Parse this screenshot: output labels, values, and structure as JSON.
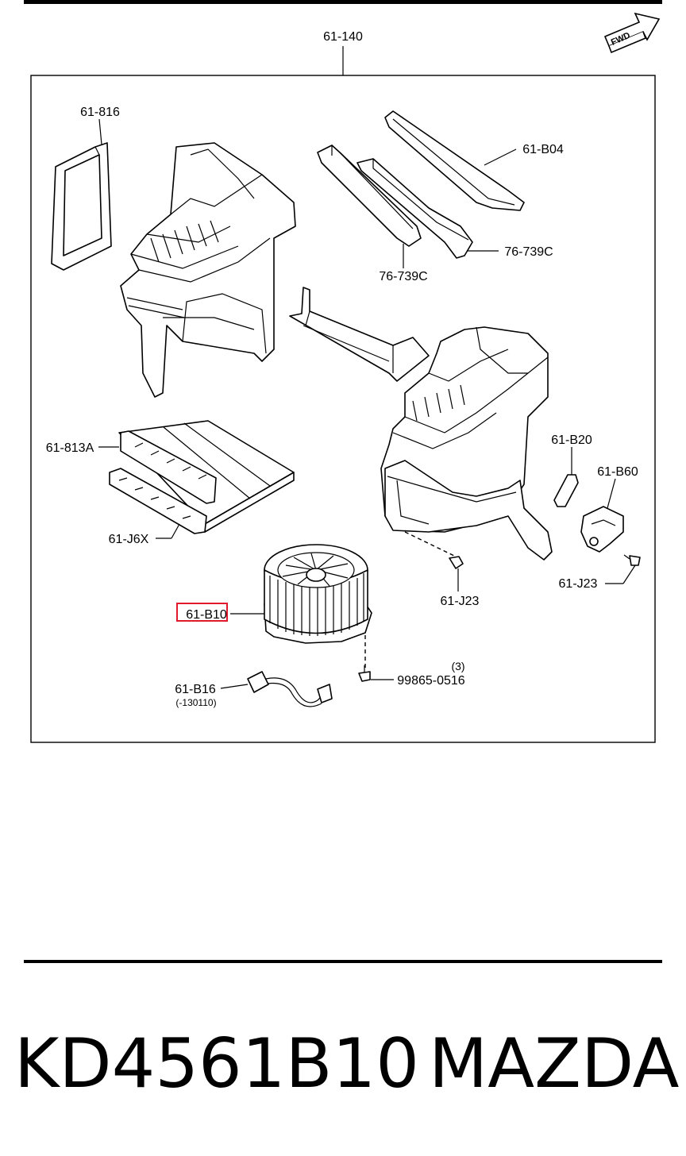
{
  "diagram": {
    "assembly_label": "61-140",
    "forward_label": "FWD",
    "highlight_color": "#e0192d",
    "callouts": {
      "c_61_816": "61-816",
      "c_61_b04": "61-B04",
      "c_76_739c_right": "76-739C",
      "c_76_739c_bottom": "76-739C",
      "c_61_b20": "61-B20",
      "c_61_b60": "61-B60",
      "c_61_813a": "61-813A",
      "c_61_j6x": "61-J6X",
      "c_61_j23_right": "61-J23",
      "c_61_j23_center": "61-J23",
      "c_61_b10": "61-B10",
      "c_qty": "(3)",
      "c_99865": "99865-0516",
      "c_61_b16": "61-B16",
      "c_b16_note": "(-130110)"
    }
  },
  "footer": {
    "part_number": "KD4561B10",
    "brand": "MAZDA"
  }
}
